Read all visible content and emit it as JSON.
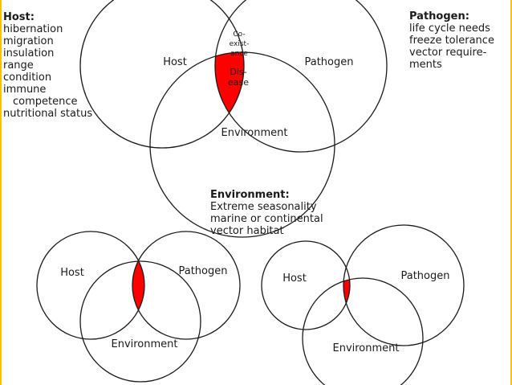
{
  "accent_color": "#ff0000",
  "edge_color": "#f2c500",
  "host_block": {
    "title": "Host:",
    "lines": [
      "hibernation",
      "migration",
      "insulation",
      "range",
      "condition",
      "immune",
      "competence",
      "nutritional status"
    ]
  },
  "pathogen_block": {
    "title": "Pathogen:",
    "lines": [
      "life cycle needs",
      "freeze tolerance",
      "vector require-",
      "ments"
    ]
  },
  "environment_block": {
    "title": "Environment:",
    "lines": [
      "Extreme seasonality",
      "marine or continental",
      "vector habitat"
    ]
  },
  "main_venn": {
    "host": "Host",
    "pathogen": "Pathogen",
    "environment": "Environment",
    "coexistence": [
      "Co-",
      "exist-",
      "ance"
    ],
    "disease": [
      "Dis-",
      "ease"
    ]
  },
  "venn_left": {
    "host": "Host",
    "pathogen": "Pathogen",
    "environment": "Environment"
  },
  "venn_right": {
    "host": "Host",
    "pathogen": "Pathogen",
    "environment": "Environment"
  }
}
